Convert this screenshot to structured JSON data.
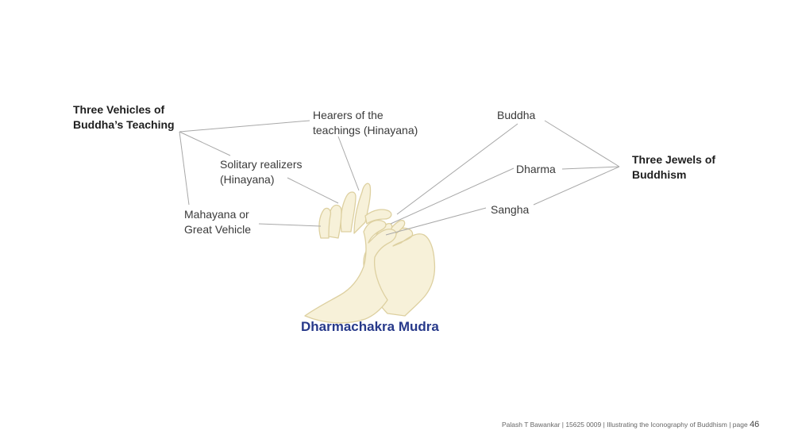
{
  "title": "Dharmachakra Mudra",
  "groups": {
    "vehicles": {
      "line1": "Three Vehicles of",
      "line2": "Buddha’s Teaching"
    },
    "jewels": {
      "line1": "Three Jewels of",
      "line2": "Buddhism"
    }
  },
  "vehicles": {
    "hearers": {
      "line1": "Hearers of the",
      "line2": "teachings (Hinayana)"
    },
    "solitary": {
      "line1": "Solitary realizers",
      "line2": "(Hinayana)"
    },
    "mahayana": {
      "line1": "Mahayana or",
      "line2": "Great Vehicle"
    }
  },
  "jewels": {
    "buddha": "Buddha",
    "dharma": "Dharma",
    "sangha": "Sangha"
  },
  "footer": {
    "text": "Palash T Bawankar | 15625 0009 | Illustrating the Iconography of Buddhism | page",
    "page": "46"
  },
  "colors": {
    "title": "#27398a",
    "lines": "#a8a8a8",
    "hand_fill": "#f7f1d9",
    "hand_stroke": "#ddd0a0"
  }
}
